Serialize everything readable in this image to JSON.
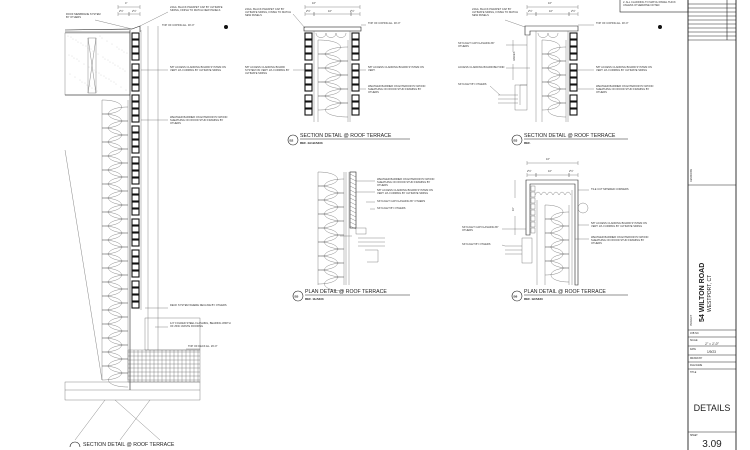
{
  "sheet": {
    "notes": [
      "2. ALL CLADDING TO MATCH PANEL THICK UNLESS OTHERWISE NOTED"
    ],
    "title_block": {
      "revisions_label": "REVISIONS",
      "project_label": "PROJECT",
      "project_name": "54 WILTON ROAD",
      "project_location": "WESTPORT, CT",
      "job_no_label": "JOB NO.",
      "scale_label": "SCALE",
      "scale_value": "1\" = 1'-0\"",
      "date_label": "DATE",
      "date_value": "1/9/23",
      "drawn_by_label": "DRAWN BY",
      "file_name_label": "FILE NAME",
      "title_label": "TITLE",
      "title_value": "DETAILS",
      "sheet_label": "SHEET",
      "sheet_value": "3.09"
    }
  },
  "details": [
    {
      "id": "",
      "title": "SECTION DETAIL @ ROOF TERRACE",
      "ref": "",
      "dims": [
        "4\"",
        "2½\"",
        "2½\""
      ],
      "notes": [
        "ROOF MEMBRANE SYSTEM BY OTHERS",
        "24GA. BLACK PARAPET CAP BY ULTIMATE SIDING, FINISH TO MATCH NEW PANELS",
        "TOP OF COPING EL. 30'-0\"",
        "5/8\" ACCESS CLADDING BOARD SYSTEM ON VERT. Z/L FURRING BY ULTIMATE SIDING",
        "WEATHER BARRIER ON EXTERIOR PLYWOOD SHEATHING ON WOOD STUD FRAMING BY OTHERS",
        "DECK SYSTEM WHERE DECLINE BY OTHERS",
        "1/4\" FOLDED STEEL FLASHING, BEARING WIDTH OF ZINC WASTE ROOFING",
        "TOP OF DECK EL. 29'-0\""
      ]
    },
    {
      "id": "B2",
      "title": "SECTION DETAIL @ ROOF TERRACE",
      "ref": "REF. 4A12/A633",
      "dims": [
        "16\"",
        "2½\"",
        "10\"",
        "2½\""
      ],
      "notes": [
        "24GA. BLACK PARAPET CAP BY ULTIMATE SIDING, FINISH TO MATCH NEW PANELS",
        "TOP OF COPING EL. 30'-0\"",
        "5/8\" ACCESS CLADDING BOARD SYSTEM ON VERT. Z/L FURRING BY ULTIMATE SIDING",
        "5/8\" ACCESS CLADDING BOARD SYSTEM ON VERT.",
        "WEATHER BARRIER ON EXTERIOR PLYWOOD SHEATHING ON WOOD STUD FRAMING BY OTHERS"
      ]
    },
    {
      "id": "B3",
      "title": "SECTION DETAIL @ ROOF TERRACE",
      "ref": "REF.",
      "dims": [
        "16\"",
        "2½\"",
        "10\"",
        "2½\"",
        "VARIES"
      ],
      "notes": [
        "24GA. BLACK PARAPET CAP BY ULTIMATE SIDING, FINISH TO MATCH NEW PANELS",
        "SKYLIGHT CAP FLASHING BY OTHERS",
        "ACCESS CLADDING BOARD BEYOND",
        "SKYLIGHT BY OTHERS",
        "TOP OF COPING EL. 30'-0\"",
        "5/8\" ACCESS CLADDING BOARD SYSTEM ON VERT. Z/L FURRING BY ULTIMATE SIDING",
        "WEATHER BARRIER ON EXTERIOR PLYWOOD SHEATHING ON WOOD STUD FRAMING BY OTHERS"
      ]
    },
    {
      "id": "B5",
      "title": "PLAN DETAIL @ ROOF TERRACE",
      "ref": "REF. 11/A633",
      "notes": [
        "WEATHER BARRIER ON EXTERIOR PLYWOOD SHEATHING ON WOOD STUD FRAMING BY OTHERS",
        "5/8\" ACCESS CLADDING BOARD SYSTEM ON VERT. Z/L FURRING BY ULTIMATE SIDING",
        "SKYLIGHT CAP FLASHING BY OTHERS",
        "SKYLIGHT BY OTHERS"
      ]
    },
    {
      "id": "B6",
      "title": "PLAN DETAIL @ ROOF TERRACE",
      "ref": "REF. 12/A633",
      "dims": [
        "16\"",
        "2½\"",
        "10\"",
        "2½\"",
        "10\""
      ],
      "notes": [
        "TILE CUT MITERED CORNERS",
        "5/8\" ACCESS CLADDING BOARD SYSTEM ON VERT. Z/L FURRING BY ULTIMATE SIDING",
        "WEATHER BARRIER ON EXTERIOR PLYWOOD SHEATHING ON WOOD STUD FRAMING BY OTHERS",
        "SKYLIGHT CAP FLASHING BY OTHERS",
        "SKYLIGHT BY OTHERS"
      ]
    }
  ]
}
